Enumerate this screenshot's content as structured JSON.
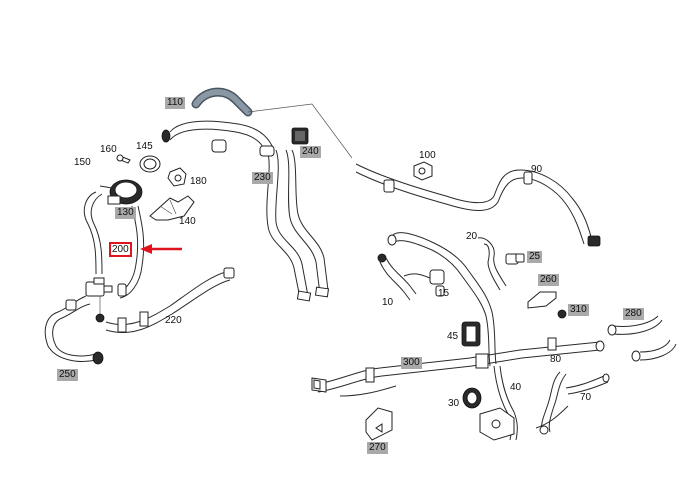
{
  "labels": {
    "l110": "110",
    "l240": "240",
    "l230": "230",
    "l145": "145",
    "l160": "160",
    "l150": "150",
    "l180": "180",
    "l130": "130",
    "l140": "140",
    "l200": "200",
    "l220": "220",
    "l250": "250",
    "l100": "100",
    "l90": "90",
    "l20": "20",
    "l25": "25",
    "l260": "260",
    "l10": "10",
    "l15": "15",
    "l310": "310",
    "l280": "280",
    "l45": "45",
    "l300": "300",
    "l80": "80",
    "l40": "40",
    "l70": "70",
    "l30": "30",
    "l270": "270"
  },
  "colors": {
    "highlight": "#e0141e",
    "label_bg": "#a9a9a9",
    "line": "#2b2b2b"
  }
}
